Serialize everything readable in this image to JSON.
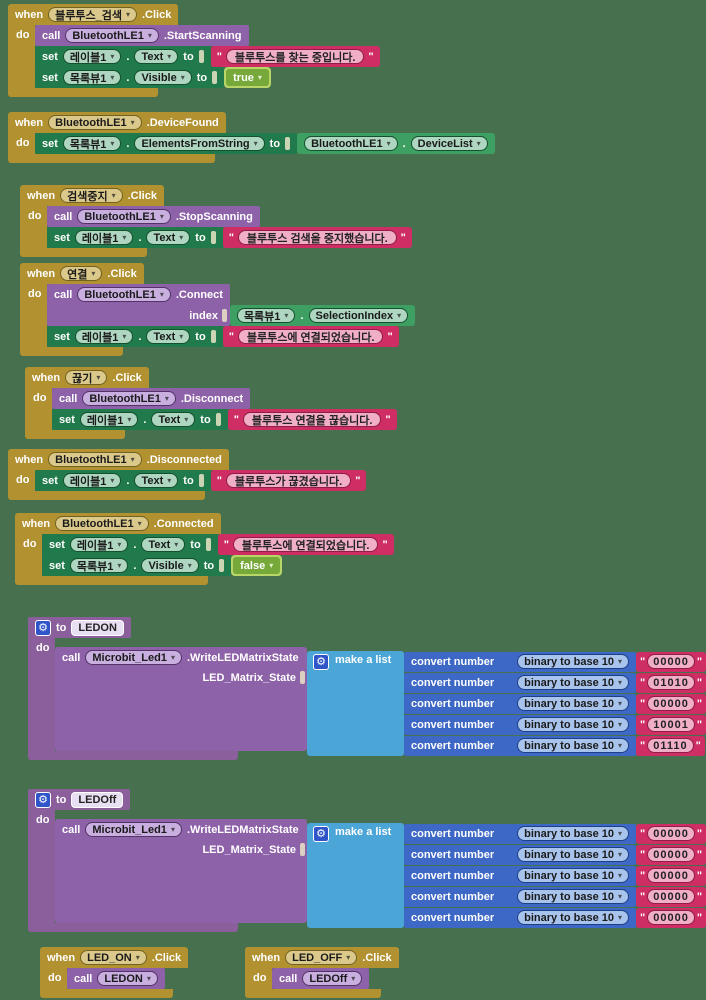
{
  "background": "#47704f",
  "colors": {
    "event_block": "#b19130",
    "call_block": "#8e62a8",
    "procedure_block": "#8a5f9c",
    "setter_block": "#217a4b",
    "getter_block": "#3da062",
    "string_block": "#ce2e63",
    "logic_block": "#76a83a",
    "list_block": "#4ba5d6",
    "convert_block": "#3d68c5"
  },
  "icons": {
    "dropdown": "▾",
    "gear": "⚙",
    "quote": "\""
  },
  "kw": {
    "when": "when",
    "do": "do",
    "call": "call",
    "set": "set",
    "to": "to",
    "index": "index",
    "dot": "."
  },
  "s1": {
    "component": "블루투스_검색",
    "event": ".Click",
    "call": {
      "component": "BluetoothLE1",
      "method": ".StartScanning"
    },
    "set1": {
      "component": "레이블1",
      "prop": "Text",
      "value": "블루투스를 찾는 중입니다."
    },
    "set2": {
      "component": "목록뷰1",
      "prop": "Visible",
      "value": "true"
    }
  },
  "s2": {
    "component": "BluetoothLE1",
    "event": ".DeviceFound",
    "set1": {
      "component": "목록뷰1",
      "prop": "ElementsFromString"
    },
    "get1": {
      "component": "BluetoothLE1",
      "prop": "DeviceList"
    }
  },
  "s3": {
    "component": "검색중지",
    "event": ".Click",
    "call": {
      "component": "BluetoothLE1",
      "method": ".StopScanning"
    },
    "set1": {
      "component": "레이블1",
      "prop": "Text",
      "value": "블루투스 검색을 중지했습니다."
    }
  },
  "s4": {
    "component": "연결",
    "event": ".Click",
    "call": {
      "component": "BluetoothLE1",
      "method": ".Connect"
    },
    "get1": {
      "component": "목록뷰1",
      "prop": "SelectionIndex"
    },
    "set1": {
      "component": "레이블1",
      "prop": "Text",
      "value": "블루투스에 연결되었습니다."
    }
  },
  "s5": {
    "component": "끊기",
    "event": ".Click",
    "call": {
      "component": "BluetoothLE1",
      "method": ".Disconnect"
    },
    "set1": {
      "component": "레이블1",
      "prop": "Text",
      "value": "블루투스 연결을 끊습니다."
    }
  },
  "s6": {
    "component": "BluetoothLE1",
    "event": ".Disconnected",
    "set1": {
      "component": "레이블1",
      "prop": "Text",
      "value": "블루투스가 끊겼습니다."
    }
  },
  "s7": {
    "component": "BluetoothLE1",
    "event": ".Connected",
    "set1": {
      "component": "레이블1",
      "prop": "Text",
      "value": "블루투스에 연결되었습니다."
    },
    "set2": {
      "component": "목록뷰1",
      "prop": "Visible",
      "value": "false"
    }
  },
  "proc_on": {
    "name": "LEDON",
    "call": {
      "component": "Microbit_Led1",
      "method": ".WriteLEDMatrixState",
      "param": "LED_Matrix_State"
    },
    "list_label": "make a list",
    "convert_label": "convert number",
    "mode": "binary to base 10",
    "values": [
      "00000",
      "01010",
      "00000",
      "10001",
      "01110"
    ]
  },
  "proc_off": {
    "name": "LEDOff",
    "call": {
      "component": "Microbit_Led1",
      "method": ".WriteLEDMatrixState",
      "param": "LED_Matrix_State"
    },
    "list_label": "make a list",
    "convert_label": "convert number",
    "mode": "binary to base 10",
    "values": [
      "00000",
      "00000",
      "00000",
      "00000",
      "00000"
    ]
  },
  "s10": {
    "component": "LED_ON",
    "event": ".Click",
    "proc": "LEDON"
  },
  "s11": {
    "component": "LED_OFF",
    "event": ".Click",
    "proc": "LEDOff"
  }
}
